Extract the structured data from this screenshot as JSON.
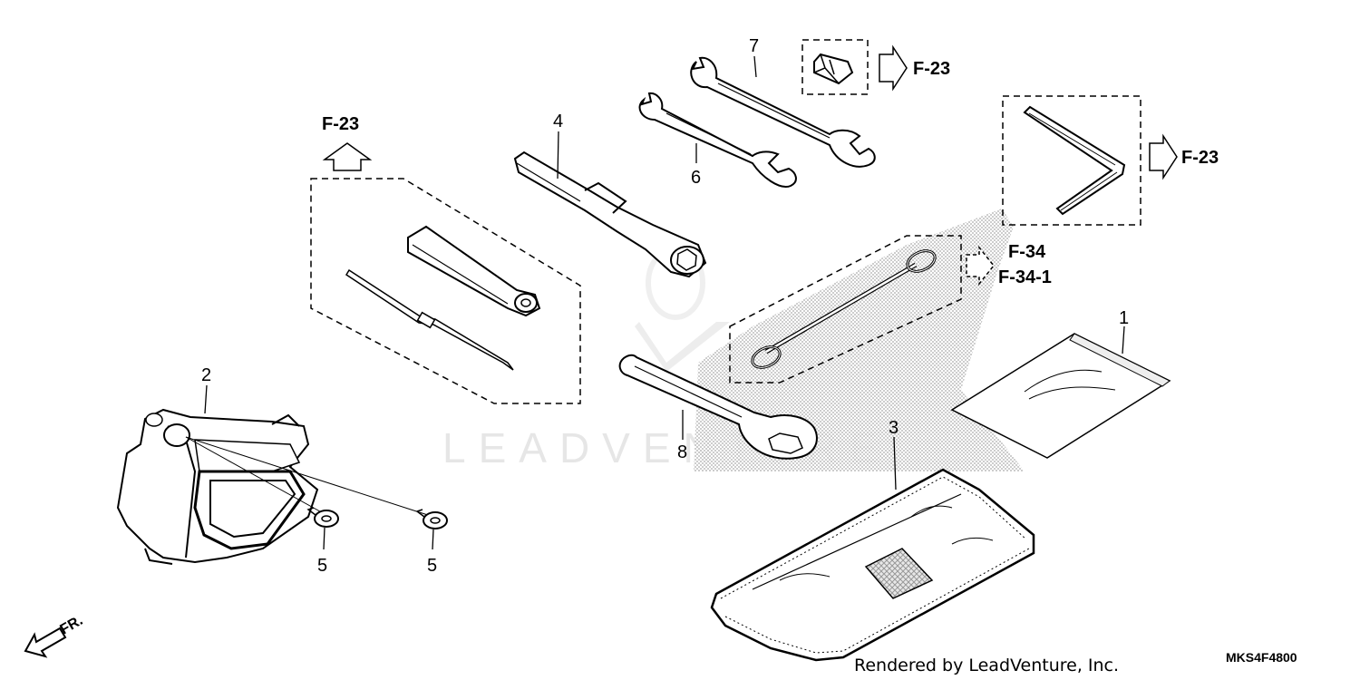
{
  "references": {
    "f23": "F-23",
    "f34": "F-34",
    "f34_1": "F-34-1"
  },
  "callouts": {
    "n1": "1",
    "n2": "2",
    "n3": "3",
    "n4": "4",
    "n5": "5",
    "n6": "6",
    "n7": "7",
    "n8": "8"
  },
  "direction_label": "FR.",
  "watermark": "LEADVENTURE",
  "footer": {
    "rendered_by": "Rendered by LeadVenture, Inc.",
    "diagram_code": "MKS4F4800"
  }
}
